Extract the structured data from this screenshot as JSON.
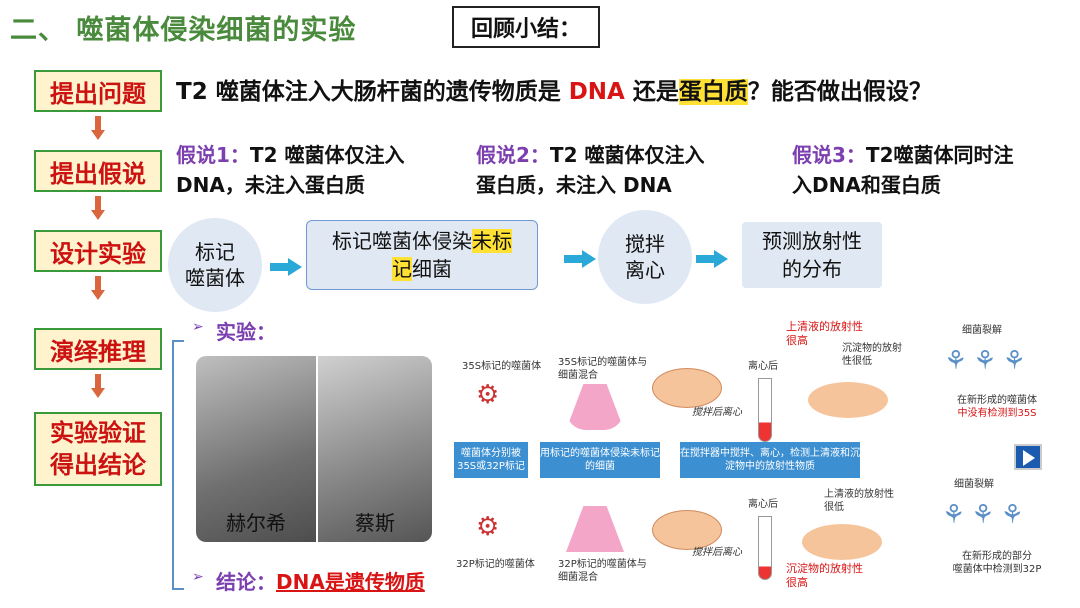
{
  "title": "二、 噬菌体侵染细菌的实验",
  "review_box": "回顾小结：",
  "steps": [
    "提出问题",
    "提出假说",
    "设计实验",
    "演绎推理",
    "实验验证",
    "得出结论"
  ],
  "question": {
    "part1": "T2 噬菌体注入大肠杆菌的遗传物质是 ",
    "dna": "DNA",
    "part2": " 还是",
    "protein": "蛋白质",
    "part3": "？能否做出假设？"
  },
  "hypotheses": [
    {
      "label": "假说1：",
      "line1": "T2 噬菌体仅注入",
      "line2": "DNA，未注入蛋白质"
    },
    {
      "label": "假说2：",
      "line1": "T2 噬菌体仅注入",
      "line2": "蛋白质，未注入 DNA"
    },
    {
      "label": "假说3：",
      "line1": "T2噬菌体同时注",
      "line2": "入DNA和蛋白质"
    }
  ],
  "design": {
    "circle1_l1": "标记",
    "circle1_l2": "噬菌体",
    "box1_a": "标记噬菌体侵染",
    "box1_b": "未标",
    "box1_c": "记",
    "box1_d": "细菌",
    "circle2_l1": "搅拌",
    "circle2_l2": "离心",
    "box2_l1": "预测放射性",
    "box2_l2": "的分布"
  },
  "experiment_label": "实验：",
  "photos": [
    {
      "name": "赫尔希"
    },
    {
      "name": "蔡斯"
    }
  ],
  "conclusion": {
    "label": "结论：",
    "text": "DNA是遗传物质"
  },
  "diagram": {
    "s35_label": "35S标记的噬菌体",
    "s35_mix": "35S标记的噬菌体与细菌混合",
    "centrifuge_top": "离心后",
    "supernatant_high": "上清液的放射性很高",
    "sediment_low": "沉淀物的放射性很低",
    "lysis_top": "细菌裂解",
    "result_top_a": "在新形成的噬菌体",
    "result_top_b": "中没有检测到35S",
    "band1": "噬菌体分别被35S或32P标记",
    "band2": "用标记的噬菌体侵染未标记的细菌",
    "band3": "在搅拌器中搅拌、离心，检测上清液和沉淀物中的放射性物质",
    "stir1": "搅拌后离心",
    "stir2": "搅拌后离心",
    "p32_label": "32P标记的噬菌体",
    "p32_mix": "32P标记的噬菌体与细菌混合",
    "centrifuge_bottom": "离心后",
    "supernatant_low": "上清液的放射性很低",
    "sediment_high": "沉淀物的放射性很高",
    "lysis_bottom": "细菌裂解",
    "result_bottom_a": "在新形成的部分",
    "result_bottom_b": "噬菌体中检测到32P"
  },
  "colors": {
    "title_green": "#4a8a3c",
    "accent_red": "#d91414",
    "purple": "#7b3fb0",
    "arrow_blue": "#2aa8d8",
    "highlight_yellow": "#ffe135"
  }
}
